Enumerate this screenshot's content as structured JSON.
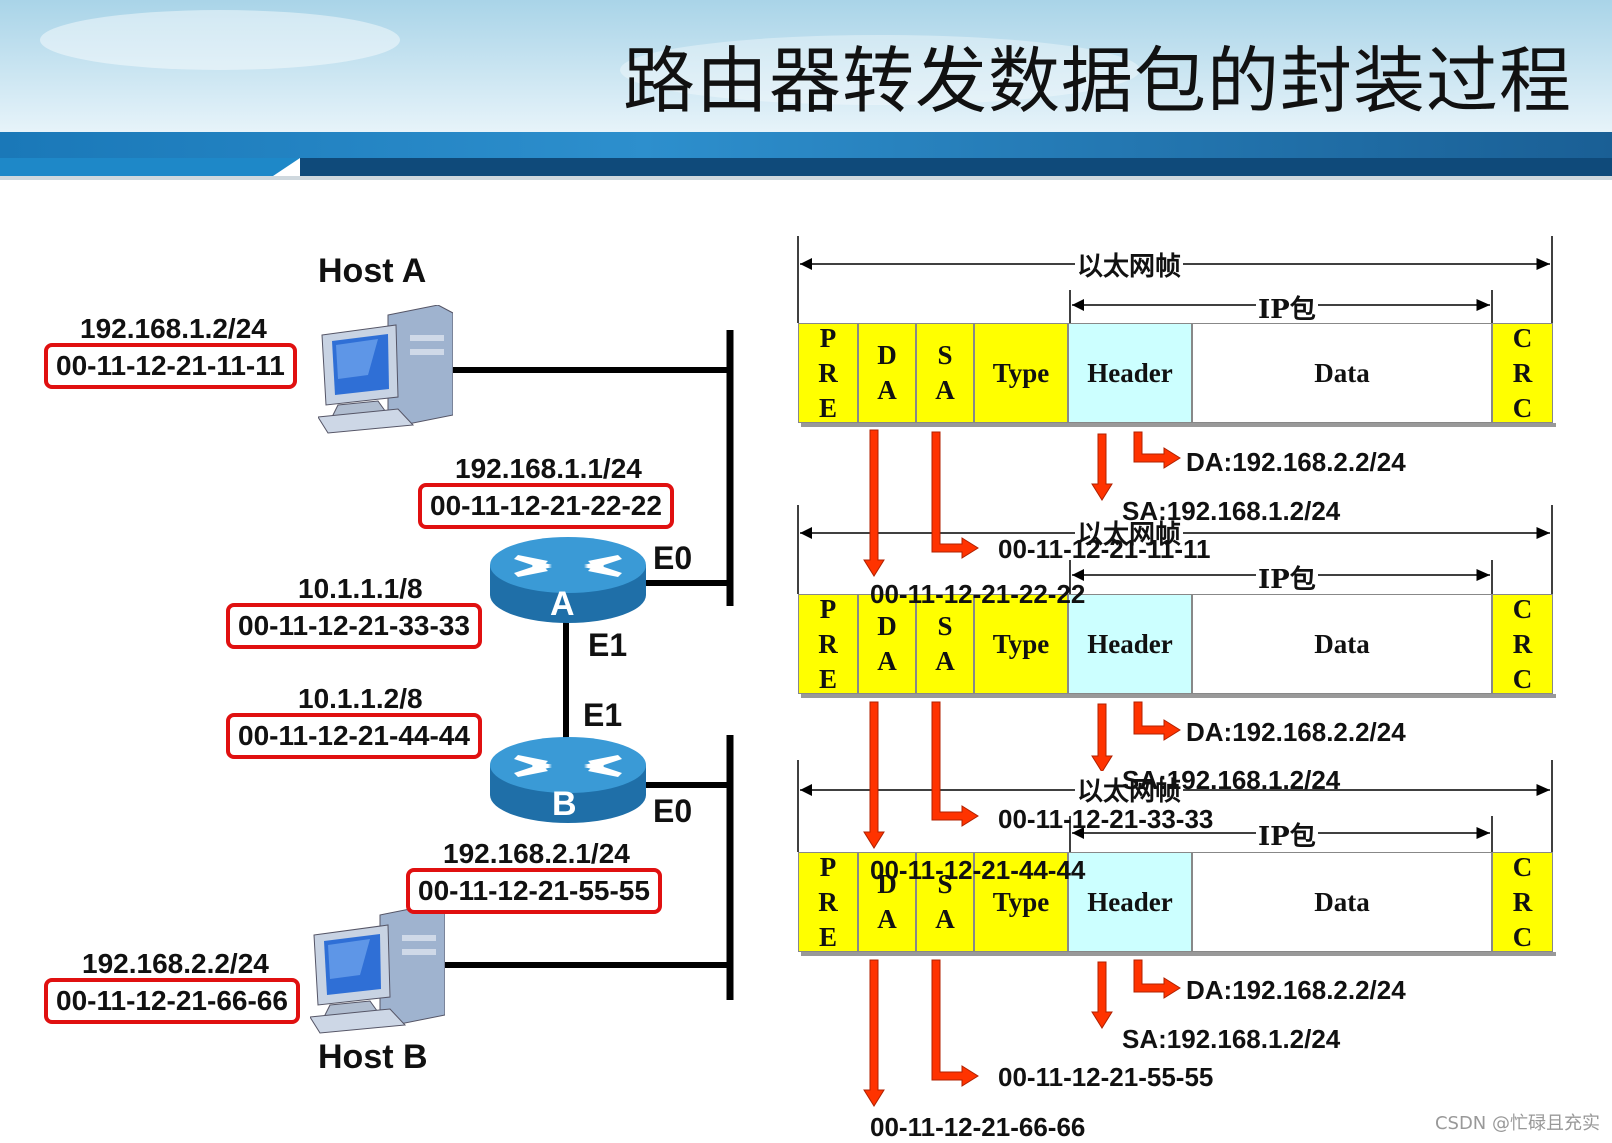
{
  "title": "路由器转发数据包的封装过程",
  "hosts": {
    "a": {
      "name": "Host A",
      "ip": "192.168.1.2/24",
      "mac": "00-11-12-21-11-11"
    },
    "b": {
      "name": "Host B",
      "ip": "192.168.2.2/24",
      "mac": "00-11-12-21-66-66"
    }
  },
  "routers": {
    "a": {
      "name": "A",
      "e0_label": "E0",
      "e0_ip": "192.168.1.1/24",
      "e0_mac": "00-11-12-21-22-22",
      "e1_label": "E1",
      "e1_ip": "10.1.1.1/8",
      "e1_mac": "00-11-12-21-33-33"
    },
    "b": {
      "name": "B",
      "e1_label": "E1",
      "e1_ip": "10.1.1.2/8",
      "e1_mac": "00-11-12-21-44-44",
      "e0_label": "E0",
      "e0_ip": "192.168.2.1/24",
      "e0_mac": "00-11-12-21-55-55"
    }
  },
  "frame_fields": {
    "pre": "P\nR\nE",
    "da": "D\nA",
    "sa": "S\nA",
    "type": "Type",
    "header": "Header",
    "data": "Data",
    "crc": "C\nR\nC",
    "ethernet_label": "以太网帧",
    "ip_label": "IP包"
  },
  "frames": [
    {
      "dst_mac": "00-11-12-21-22-22",
      "src_mac": "00-11-12-21-11-11",
      "ip_da": "DA:192.168.2.2/24",
      "ip_sa": "SA:192.168.1.2/24"
    },
    {
      "dst_mac": "00-11-12-21-44-44",
      "src_mac": "00-11-12-21-33-33",
      "ip_da": "DA:192.168.2.2/24",
      "ip_sa": "SA:192.168.1.2/24"
    },
    {
      "dst_mac": "00-11-12-21-66-66",
      "src_mac": "00-11-12-21-55-55",
      "ip_da": "DA:192.168.2.2/24",
      "ip_sa": "SA:192.168.1.2/24"
    }
  ],
  "watermark": "CSDN @忙碌且充实",
  "colors": {
    "accent_red": "#e01010",
    "arrow": "#ff3300",
    "field_yellow": "#ffff00",
    "field_cyan": "#ccffff",
    "banner_blue": "#1a78b8"
  }
}
